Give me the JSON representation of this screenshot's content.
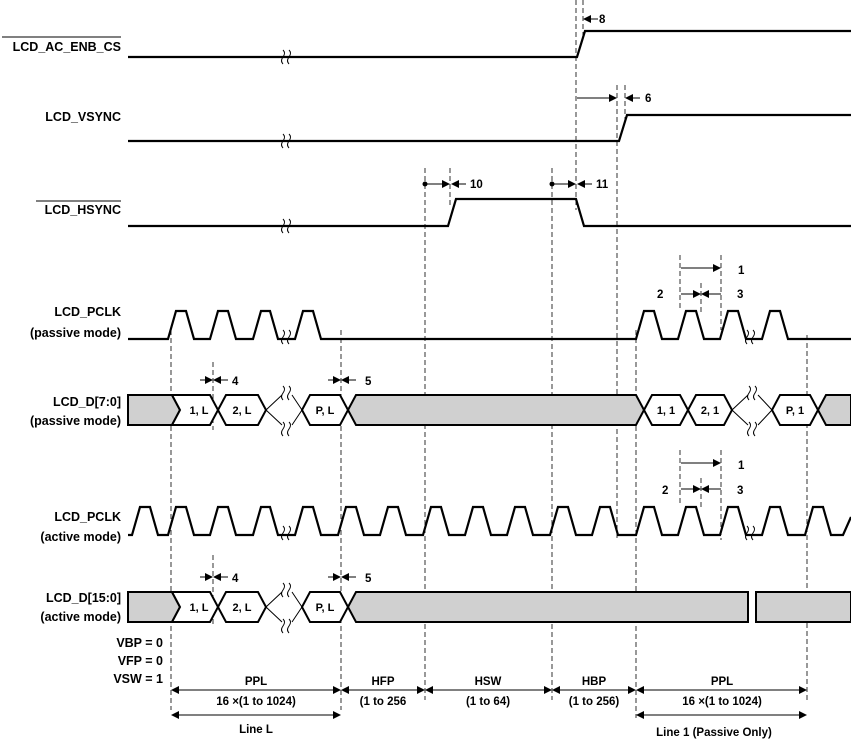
{
  "signals": {
    "ac_enb_cs": "LCD_AC_ENB_CS",
    "vsync": "LCD_VSYNC",
    "hsync": "LCD_HSYNC",
    "pclk_passive": "LCD_PCLK",
    "pclk_passive_mode": "(passive mode)",
    "d_passive": "LCD_D[7:0]",
    "d_passive_mode": "(passive mode)",
    "pclk_active": "LCD_PCLK",
    "pclk_active_mode": "(active mode)",
    "d_active": "LCD_D[15:0]",
    "d_active_mode": "(active mode)"
  },
  "params": {
    "vbp": "VBP = 0",
    "vfp": "VFP = 0",
    "vsw": "VSW = 1"
  },
  "timing_numbers": [
    "1",
    "2",
    "3",
    "4",
    "5",
    "6",
    "8",
    "10",
    "11"
  ],
  "cells": {
    "c1l": "1, L",
    "c2l": "2, L",
    "cpl": "P, L",
    "c11": "1, 1",
    "c21": "2, 1",
    "cp1": "P, 1"
  },
  "segments": {
    "ppl": "PPL",
    "ppl_range": "16 ×(1 to 1024)",
    "hfp": "HFP",
    "hfp_range": "(1 to 256",
    "hsw": "HSW",
    "hsw_range": "(1 to 64)",
    "hbp": "HBP",
    "hbp_range": "(1 to 256)",
    "ppl2": "PPL",
    "ppl2_range": "16 ×(1 to 1024)",
    "line_l": "Line L",
    "line_1": "Line 1 (Passive Only)"
  }
}
